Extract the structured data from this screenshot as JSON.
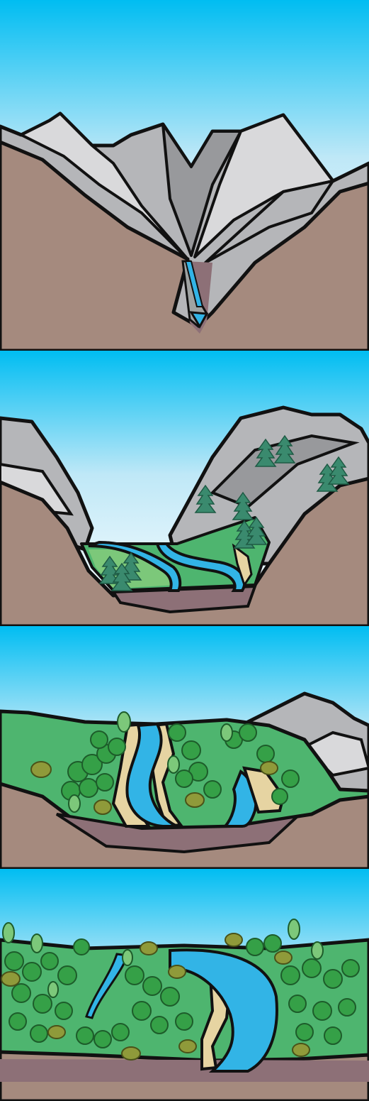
{
  "figure": {
    "stages": [
      {
        "id": "stage-1",
        "description_visible_text": ""
      },
      {
        "id": "stage-2",
        "description_visible_text": ""
      },
      {
        "id": "stage-3",
        "description_visible_text": ""
      },
      {
        "id": "stage-4",
        "description_visible_text": ""
      }
    ]
  },
  "colors": {
    "sky_top": "#00bdf2",
    "sky_bottom": "#ffffff",
    "earth": "#a58a7e",
    "earth_shadow": "#8d7077",
    "rock_light": "#d9d9db",
    "rock_mid": "#b5b6b9",
    "rock_dark": "#98999c",
    "water": "#32b4e6",
    "grass": "#4eb56f",
    "grass_light": "#7cc87a",
    "tree_dark": "#3a8a6e",
    "tree_green": "#35a047",
    "tree_olive": "#8f9a3a",
    "gravel": "#e6d4a2",
    "outline": "#111111"
  }
}
